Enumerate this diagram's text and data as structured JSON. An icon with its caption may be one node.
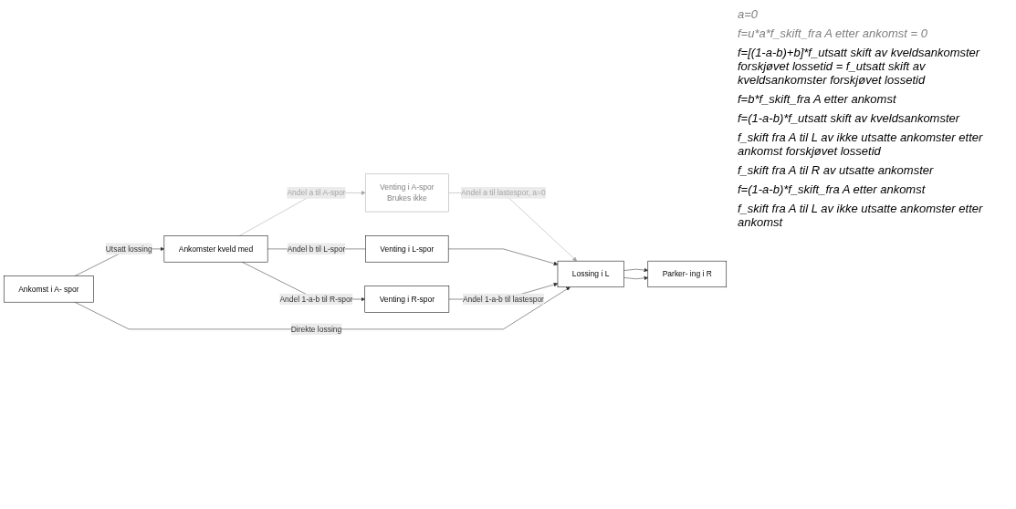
{
  "diagram": {
    "nodes": [
      {
        "text": [
          "Venting i A-spor",
          "Brukes ikke"
        ]
      },
      {
        "text": [
          "Ankomster kveld med"
        ]
      },
      {
        "text": [
          "Venting i L-spor"
        ]
      },
      {
        "text": [
          "Lossing i L"
        ]
      },
      {
        "text": [
          "Parker- ing i R"
        ]
      },
      {
        "text": [
          "Venting i R-spor"
        ]
      },
      {
        "text": [
          "Ankomst i A- spor"
        ]
      }
    ],
    "edges": [
      {
        "from": 1,
        "to": 0,
        "arrow": "to",
        "label": "Andel a til A-spor",
        "color": "#a6a6a6"
      },
      {
        "from": 0,
        "to": 3,
        "arrow": "to",
        "label": "Andel a til lastespor, a=0",
        "color": "#a6a6a6"
      },
      {
        "from": 1,
        "to": 2,
        "arrow": "none",
        "label": "Andel b til L-spor"
      },
      {
        "from": 2,
        "to": 3,
        "arrow": "to"
      },
      {
        "from": 1,
        "to": 5,
        "arrow": "to",
        "label": "Andel 1-a-b til R-spor"
      },
      {
        "from": 5,
        "to": 3,
        "arrow": "to",
        "label": "Andel 1-a-b til lastespor"
      },
      {
        "from": 6,
        "to": 1,
        "arrow": "to",
        "label": "Utsatt lossing"
      },
      {
        "from": 6,
        "to": 3,
        "arrow": "to",
        "label": "Direkte lossing"
      },
      {
        "from": 3,
        "to": 4,
        "arrow": "to"
      },
      {
        "from": 3,
        "to": 4,
        "arrow": "to"
      }
    ],
    "labels": [
      "a=0",
      "f=u*a*f_skift_fra A etter ankomst = 0",
      "f=[(1-a-b)+b]*f_utsatt skift av kveldsankomster forskjøvet lossetid = f_utsatt skift av kveldsankomster forskjøvet lossetid",
      "f=b*f_skift_fra A etter ankomst",
      "f=(1-a-b)*f_utsatt skift av kveldsankomster",
      "f_skift fra A til L av ikke utsatte ankomster etter ankomst forskjøvet lossetid",
      "f_skift fra A til R av utsatte ankomster",
      "f=(1-a-b)*f_skift_fra A etter ankomst",
      "f_skift fra A til L av ikke utsatte ankomster etter ankomst"
    ]
  }
}
